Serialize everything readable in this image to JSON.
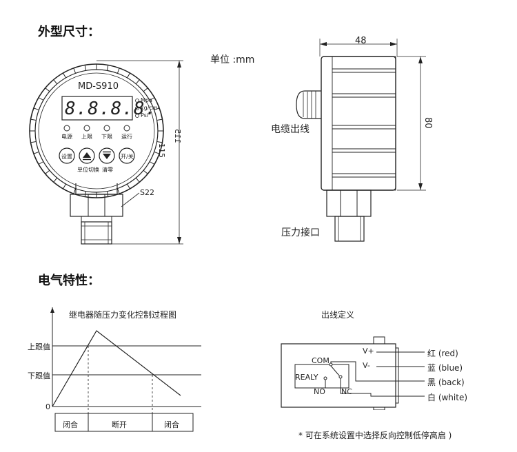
{
  "sections": {
    "outline_title": "外型尺寸：",
    "electric_title": "电气特性："
  },
  "front_view": {
    "model": "MD-S910",
    "display": "8.8.8.8.",
    "units": [
      "Mpa",
      "kg/cm²",
      "Psi"
    ],
    "leds": [
      "电源",
      "上限",
      "下限",
      "运行"
    ],
    "buttons": [
      "设置",
      "",
      "",
      "开/关"
    ],
    "button_labels": [
      "单位切换",
      "清零"
    ],
    "dim_height": "115",
    "dim_height_mirror": "115",
    "wrench": "S22"
  },
  "side_view": {
    "unit_note": "单位 :mm",
    "dim_width": "48",
    "dim_height": "80",
    "cable_label": "电缆出线",
    "port_label": "压力接口"
  },
  "relay_chart": {
    "title": "继电器随压力变化控制过程图",
    "upper_label": "上跟值",
    "lower_label": "下跟值",
    "origin_label": "0",
    "states": [
      "闭合",
      "断开",
      "闭合"
    ]
  },
  "wiring": {
    "title": "出线定义",
    "com": "COM",
    "realy": "REALY",
    "no": "NO",
    "nc": "NC",
    "pins": [
      "V+",
      "V-"
    ],
    "wires": [
      "红 (red)",
      "蓝 (blue)",
      "黑 (back)",
      "白 (white)"
    ],
    "footnote": "* 可在系统设置中选择反向控制低停高启 )"
  }
}
